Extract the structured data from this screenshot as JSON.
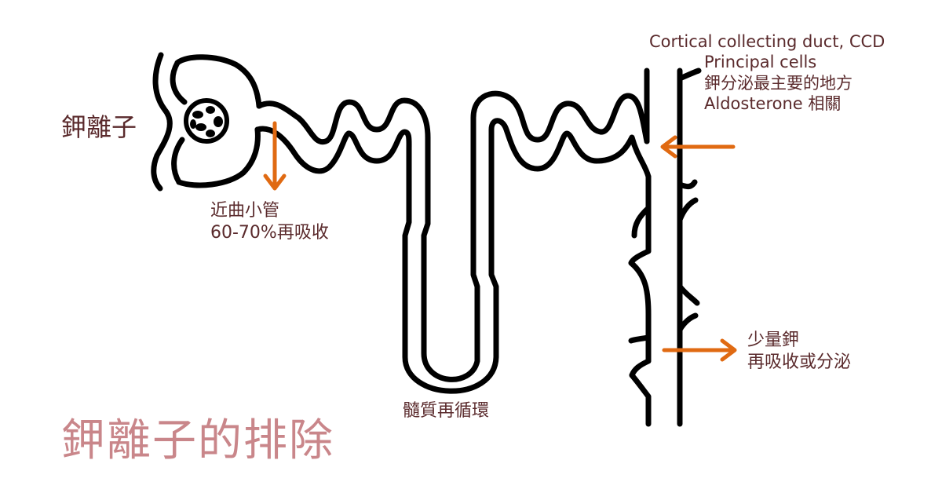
{
  "colors": {
    "text": "#5a2a2c",
    "arrow": "#e06a12",
    "title": "#c9868a",
    "line": "#000000"
  },
  "labels": {
    "potassium": "鉀離子",
    "pct_line1": "近曲小管",
    "pct_line2": "60-70%再吸收",
    "loop": "髓質再循環",
    "ccd_line1": "Cortical collecting duct, CCD",
    "ccd_line2": "Principal cells",
    "ccd_line3": "鉀分泌最主要的地方",
    "ccd_line4": "Aldosterone 相關",
    "small_line1": "少量鉀",
    "small_line2": "再吸收或分泌"
  },
  "title": "鉀離子的排除"
}
